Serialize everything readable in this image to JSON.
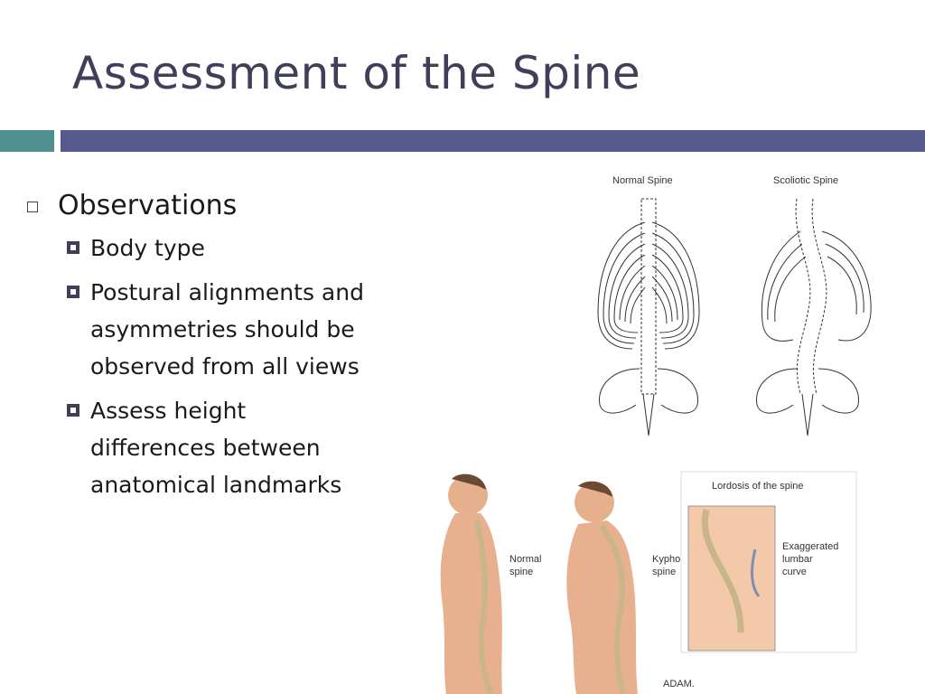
{
  "slide": {
    "title": "Assessment of the Spine",
    "colors": {
      "teal": "#4f8f8f",
      "navy": "#565a8f",
      "title": "#3f3f5a"
    },
    "bullets": {
      "heading": "Observations",
      "items": [
        {
          "lines": [
            "Body type"
          ]
        },
        {
          "lines": [
            "Postural alignments and",
            "asymmetries should be",
            "observed from all views"
          ]
        },
        {
          "lines": [
            "Assess height",
            "differences between",
            "anatomical landmarks"
          ]
        }
      ]
    }
  },
  "figures": {
    "normal_spine_label": "Normal Spine",
    "scoliotic_spine_label": "Scoliotic Spine",
    "normal_side_label": [
      "Normal",
      "spine"
    ],
    "kypho_label": [
      "Kypho",
      "spine"
    ],
    "lordosis_title": "Lordosis of the spine",
    "lordosis_note": [
      "Exaggerated",
      "lumbar",
      "curve"
    ],
    "credit": "ADAM."
  }
}
